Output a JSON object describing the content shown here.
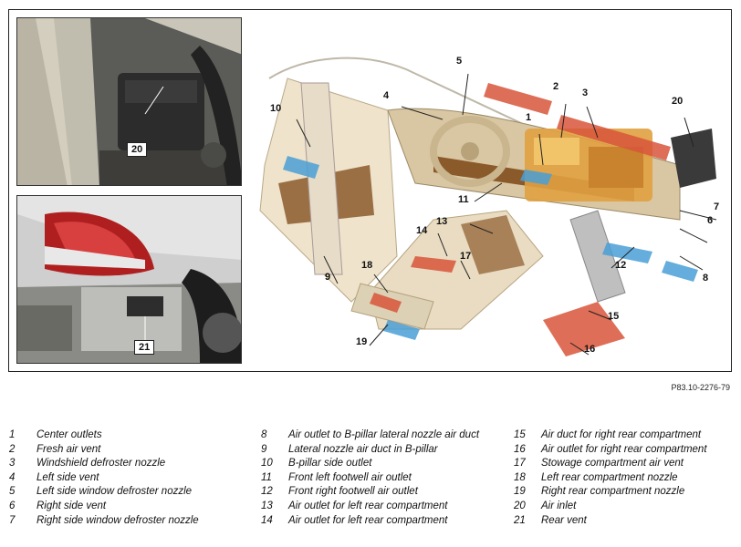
{
  "figure_code": "P83.10-2276-79",
  "inset_top_label": "20",
  "inset_bottom_label": "21",
  "callouts": [
    "1",
    "2",
    "3",
    "4",
    "5",
    "6",
    "7",
    "8",
    "9",
    "10",
    "11",
    "12",
    "13",
    "14",
    "15",
    "16",
    "17",
    "18",
    "19",
    "20"
  ],
  "legend": {
    "col1": [
      {
        "num": "1",
        "text": "Center outlets"
      },
      {
        "num": "2",
        "text": "Fresh air vent"
      },
      {
        "num": "3",
        "text": "Windshield defroster nozzle"
      },
      {
        "num": "4",
        "text": "Left side vent"
      },
      {
        "num": "5",
        "text": "Left side window defroster nozzle"
      },
      {
        "num": "6",
        "text": "Right side vent"
      },
      {
        "num": "7",
        "text": "Right side window defroster nozzle"
      }
    ],
    "col2": [
      {
        "num": "8",
        "text": "Air outlet to B-pillar lateral nozzle air duct"
      },
      {
        "num": "9",
        "text": "Lateral nozzle air duct in B-pillar"
      },
      {
        "num": "10",
        "text": "B-pillar side outlet"
      },
      {
        "num": "11",
        "text": "Front left footwell air outlet"
      },
      {
        "num": "12",
        "text": "Front right footwell air outlet"
      },
      {
        "num": "13",
        "text": "Air outlet for left rear compartment"
      },
      {
        "num": "14",
        "text": "Air outlet for left rear compartment"
      }
    ],
    "col3": [
      {
        "num": "15",
        "text": "Air duct for right rear compartment"
      },
      {
        "num": "16",
        "text": "Air outlet for right rear compartment"
      },
      {
        "num": "17",
        "text": "Stowage compartment air vent"
      },
      {
        "num": "18",
        "text": "Left rear compartment nozzle"
      },
      {
        "num": "19",
        "text": "Right rear compartment nozzle"
      },
      {
        "num": "20",
        "text": "Air inlet"
      },
      {
        "num": "21",
        "text": "Rear vent"
      }
    ]
  },
  "colors": {
    "warm_air": "#d8553a",
    "cool_air": "#4a9fd6",
    "dash_wood": "#8b5a2b",
    "interior_beige": "#e8d7b8",
    "hvac_orange": "#e0a040"
  }
}
